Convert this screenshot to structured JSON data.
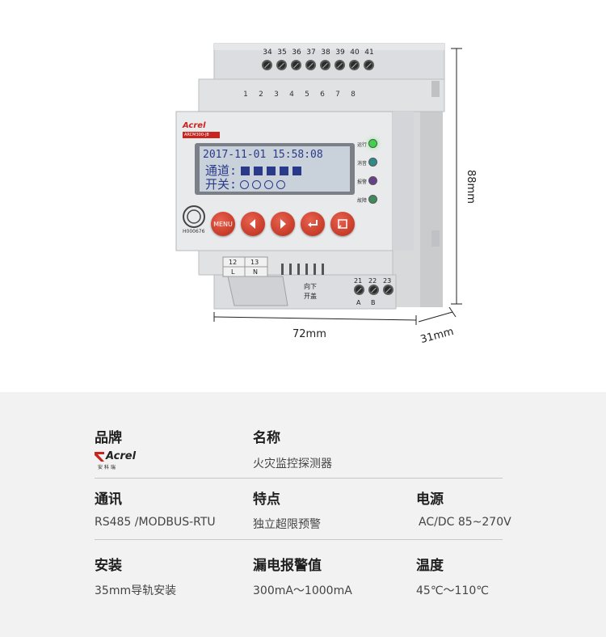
{
  "device": {
    "top_terminals": [
      "34",
      "35",
      "36",
      "37",
      "38",
      "39",
      "40",
      "41"
    ],
    "middle_numbers": [
      "1",
      "2",
      "3",
      "4",
      "5",
      "6",
      "7",
      "8"
    ],
    "brand_label": "Acrel",
    "model_label": "ARCM300-J8",
    "lcd": {
      "datetime": "2017-11-01  15:58:08",
      "channel_label": "通道",
      "switch_label": "开关"
    },
    "indicators": [
      {
        "label": "运行",
        "color": "#3fd34a"
      },
      {
        "label": "消音",
        "color": "#2e8b8a"
      },
      {
        "label": "报警",
        "color": "#6a3f8a"
      },
      {
        "label": "故障",
        "color": "#3e8a5a"
      }
    ],
    "cert_code": "H000676",
    "menu_label": "MENU",
    "bottom_left_terminals": [
      "12",
      "13"
    ],
    "bottom_left_labels": [
      "L",
      "N"
    ],
    "bottom_right_terminals": [
      "21",
      "22",
      "23"
    ],
    "bottom_right_labels": [
      "A",
      "B"
    ],
    "open_hint_1": "向下",
    "open_hint_2": "开盖"
  },
  "dimensions": {
    "height": "88mm",
    "width": "72mm",
    "depth": "31mm"
  },
  "specs": {
    "brand": {
      "label": "品牌",
      "logo_text": "Acrel",
      "logo_sub": "安 科 瑞"
    },
    "name": {
      "label": "名称",
      "value": "火灾监控探测器"
    },
    "comm": {
      "label": "通讯",
      "value": "RS485 /MODBUS-RTU"
    },
    "feature": {
      "label": "特点",
      "value": "独立超限预警"
    },
    "power": {
      "label": "电源",
      "value": "AC/DC 85~270V"
    },
    "install": {
      "label": "安装",
      "value": "35mm导轨安装"
    },
    "leakage": {
      "label": "漏电报警值",
      "value": "300mA～1000mA"
    },
    "temp": {
      "label": "温度",
      "value": "45℃～110℃"
    }
  },
  "colors": {
    "brand_red": "#c8231c",
    "button_red": "#d0432f",
    "lcd_text": "#2a3a8a",
    "panel_gray": "#f2f2f2"
  }
}
